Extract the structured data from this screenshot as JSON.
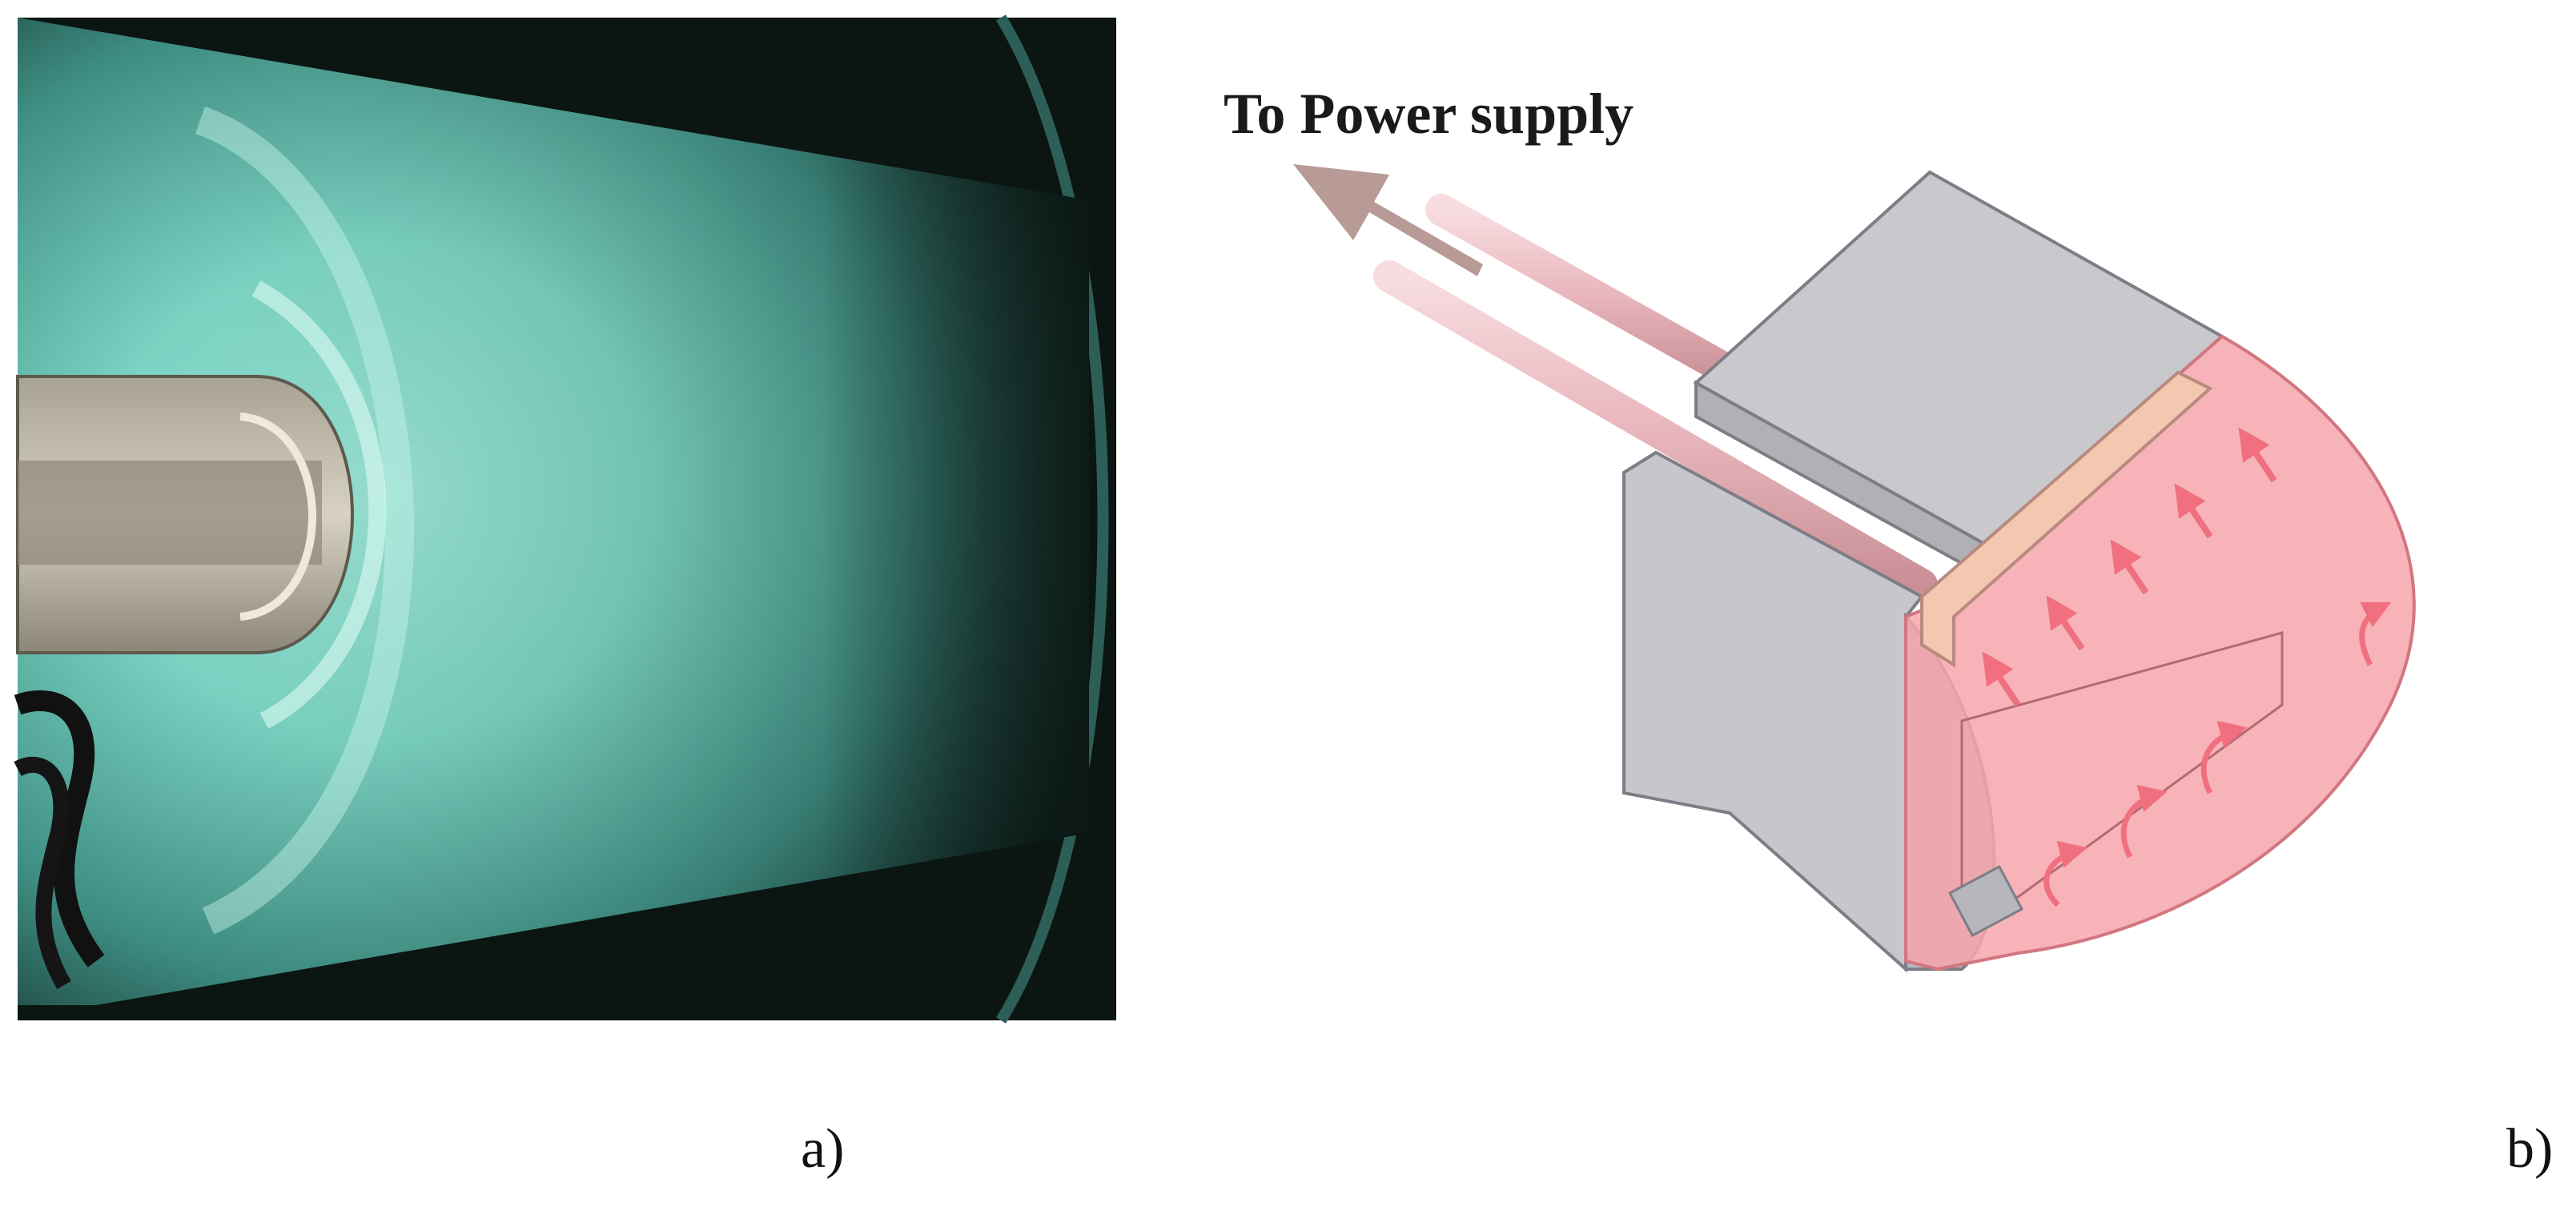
{
  "diagram": {
    "panel_a_label": "a)",
    "panel_b_label": "b)",
    "power_label": "To Power supply",
    "colors": {
      "plasma_glow": "#7fd9c8",
      "chamber_dark": "#0b1512",
      "electrode_gray": "#c6c6cc",
      "magnet_pink": "#f6a6ac",
      "arrow_red": "#f07080",
      "rod_pink": "#f2c4c8",
      "supply_arrow": "#b89a96"
    }
  }
}
